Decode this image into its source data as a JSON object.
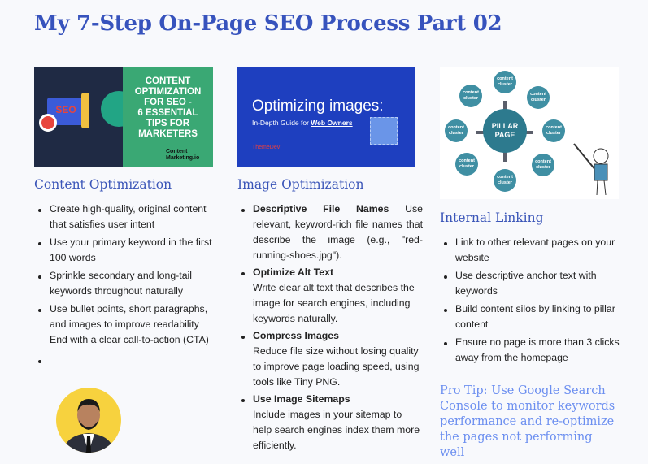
{
  "title": "My 7-Step On-Page SEO Process Part 02",
  "columns": [
    {
      "heading": "Content Optimization",
      "image": {
        "lines": [
          "CONTENT",
          "OPTIMIZATION",
          "FOR SEO -",
          "6 ESSENTIAL",
          "TIPS FOR",
          "MARKETERS"
        ],
        "brand": "Content Marketing.io",
        "badge": "SEO"
      },
      "items": [
        "Create high-quality, original content that satisfies user intent",
        "Use your primary keyword in the first 100 words",
        "Sprinkle secondary and long-tail keywords throughout naturally",
        "Use bullet points, short paragraphs, and images to improve readability End with a clear call-to-action (CTA)",
        ""
      ]
    },
    {
      "heading": "Image Optimization",
      "image": {
        "title": "Optimizing images:",
        "subtitle": "In-Depth Guide for ",
        "subtitle_link": "Web Owners",
        "brand": "ThemeDev"
      },
      "items": [
        {
          "bold": "Descriptive File Names",
          "text": " Use relevant, keyword-rich file names that describe the image (e.g., \"red- running-shoes.jpg\")."
        },
        {
          "bold": "Optimize Alt Text",
          "text": "Write clear alt text that describes the image for search engines, including keywords naturally."
        },
        {
          "bold": "Compress Images",
          "text": "Reduce file size without losing quality to improve page loading speed, using tools like Tiny PNG."
        },
        {
          "bold": "Use Image Sitemaps",
          "text": "Include images in your sitemap to help search engines index them more efficiently."
        }
      ]
    },
    {
      "heading": "Internal Linking",
      "image": {
        "center": "PILLAR PAGE",
        "node": "content cluster"
      },
      "items": [
        "Link to other relevant pages on your website",
        "Use descriptive anchor text with keywords",
        "Build content silos by linking to pillar content",
        "Ensure no page is more than 3 clicks away from the homepage"
      ],
      "pro_tip": "Pro Tip: Use Google Search Console to monitor keywords performance and re-optimize the pages not performing well"
    }
  ],
  "colors": {
    "title": "#3753bd",
    "heading": "#3a55b8",
    "tip": "#6c8ff0"
  }
}
